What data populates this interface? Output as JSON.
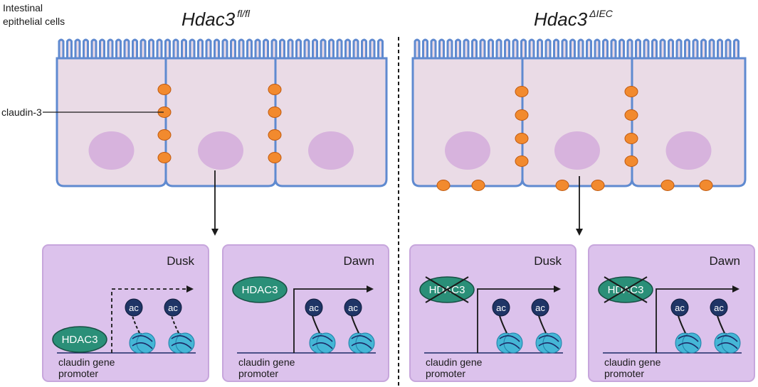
{
  "header_left": {
    "label_line1": "Intestinal",
    "label_line2": "epithelial cells",
    "title": "Hdac3",
    "title_sup": "fl/fl"
  },
  "header_right": {
    "title": "Hdac3",
    "title_sup": "ΔIEC"
  },
  "callout": {
    "label": "claudin-3"
  },
  "panels": [
    {
      "time": "Dusk",
      "protein": "HDAC3",
      "protein_crossed": false,
      "ac1": "ac",
      "ac2": "ac",
      "promoter_line1": "claudin gene",
      "promoter_line2": "promoter",
      "transcription": "dashed"
    },
    {
      "time": "Dawn",
      "protein": "HDAC3",
      "protein_crossed": false,
      "ac1": "ac",
      "ac2": "ac",
      "promoter_line1": "claudin gene",
      "promoter_line2": "promoter",
      "transcription": "solid"
    },
    {
      "time": "Dusk",
      "protein": "HDAC3",
      "protein_crossed": true,
      "ac1": "ac",
      "ac2": "ac",
      "promoter_line1": "claudin gene",
      "promoter_line2": "promoter",
      "transcription": "solid"
    },
    {
      "time": "Dawn",
      "protein": "HDAC3",
      "protein_crossed": true,
      "ac1": "ac",
      "ac2": "ac",
      "promoter_line1": "claudin gene",
      "promoter_line2": "promoter",
      "transcription": "solid"
    }
  ],
  "colors": {
    "cell_fill": "#eadbe6",
    "cell_border": "#5f8ad0",
    "nucleus": "#d7b3dd",
    "claudin": "#f28a2e",
    "claudin_border": "#c05a10",
    "panel_fill": "#dcc2ec",
    "panel_border": "#c7a6dc",
    "hdac3": "#2a8f78",
    "ac": "#1f3566",
    "nucleosome": "#45b6d6",
    "dna": "#1c2a66"
  }
}
